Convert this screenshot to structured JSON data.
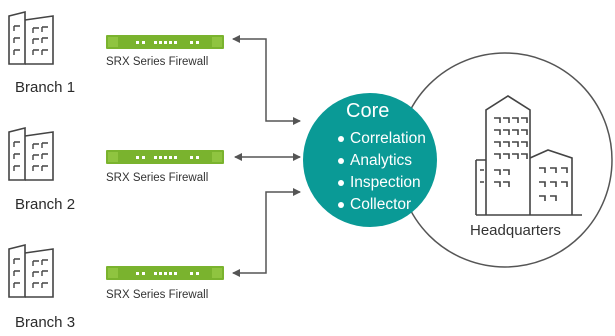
{
  "branches": [
    {
      "label": "Branch 1",
      "firewall_label": "SRX Series Firewall"
    },
    {
      "label": "Branch 2",
      "firewall_label": "SRX Series Firewall"
    },
    {
      "label": "Branch 3",
      "firewall_label": "SRX Series Firewall"
    }
  ],
  "core": {
    "title": "Core",
    "items": [
      "Correlation",
      "Analytics",
      "Inspection",
      "Collector"
    ]
  },
  "headquarters": {
    "label": "Headquarters"
  },
  "colors": {
    "core_fill": "#0a9a96",
    "firewall": "#7ab32e",
    "line": "#555555",
    "building": "#444444"
  },
  "icons": {
    "branch": "building-icon",
    "firewall": "firewall-device-icon",
    "headquarters": "office-tower-icon",
    "bullet": "bullet-dot"
  }
}
